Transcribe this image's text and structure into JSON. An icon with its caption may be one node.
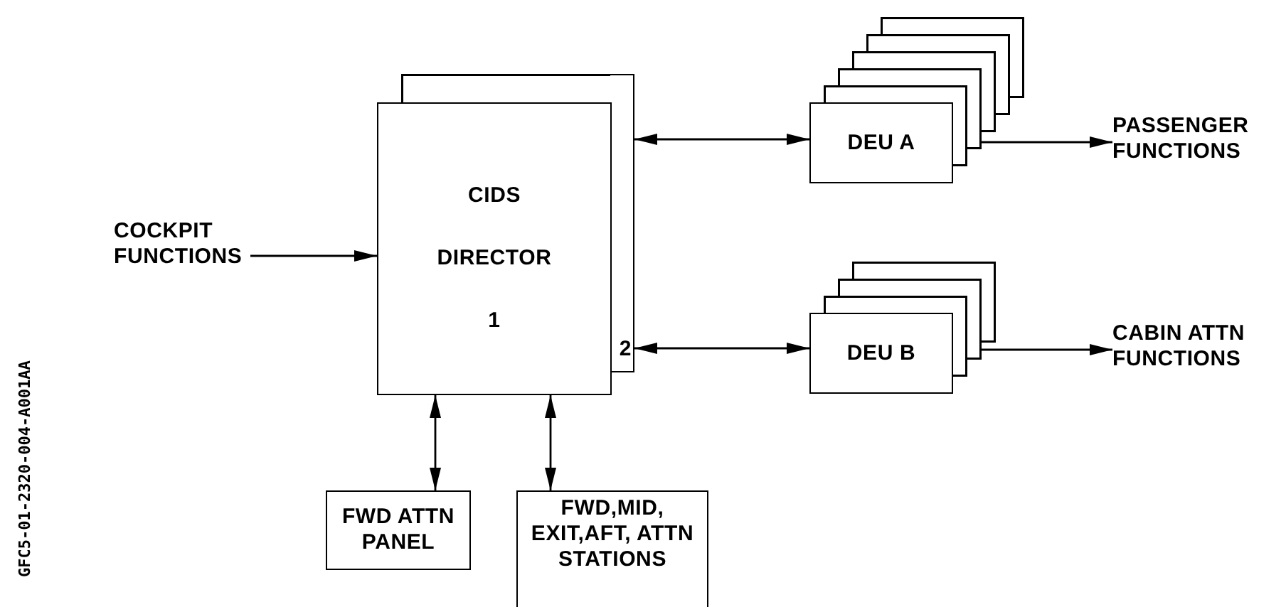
{
  "diagram": {
    "nodes": [
      {
        "text": [
          "CIDS",
          "DIRECTOR",
          "1"
        ]
      },
      {
        "text": [
          "2"
        ]
      },
      {
        "text": [
          "DEU A"
        ]
      },
      {
        "text": [
          "DEU B"
        ]
      },
      {
        "text": [
          "COCKPIT FUNCTIONS"
        ]
      },
      {
        "text": [
          "PASSENGER FUNCTIONS"
        ]
      },
      {
        "text": [
          "CABIN ATTN FUNCTIONS"
        ]
      },
      {
        "text": [
          "FWD ATTN PANEL"
        ]
      },
      {
        "text": [
          "FWD,MID, EXIT,AFT, ATTN STATIONS"
        ]
      }
    ],
    "edges": [
      {
        "from": 4,
        "to": 0,
        "arrow": "to"
      },
      {
        "from": 1,
        "to": 2,
        "arrow": "both"
      },
      {
        "from": 1,
        "to": 3,
        "arrow": "both"
      },
      {
        "from": 2,
        "to": 5,
        "arrow": "to"
      },
      {
        "from": 3,
        "to": 6,
        "arrow": "to"
      },
      {
        "from": 0,
        "to": 7,
        "arrow": "both"
      },
      {
        "from": 0,
        "to": 8,
        "arrow": "both"
      }
    ],
    "labels": [
      "GFC5-01-2320-004-A001AA"
    ]
  }
}
